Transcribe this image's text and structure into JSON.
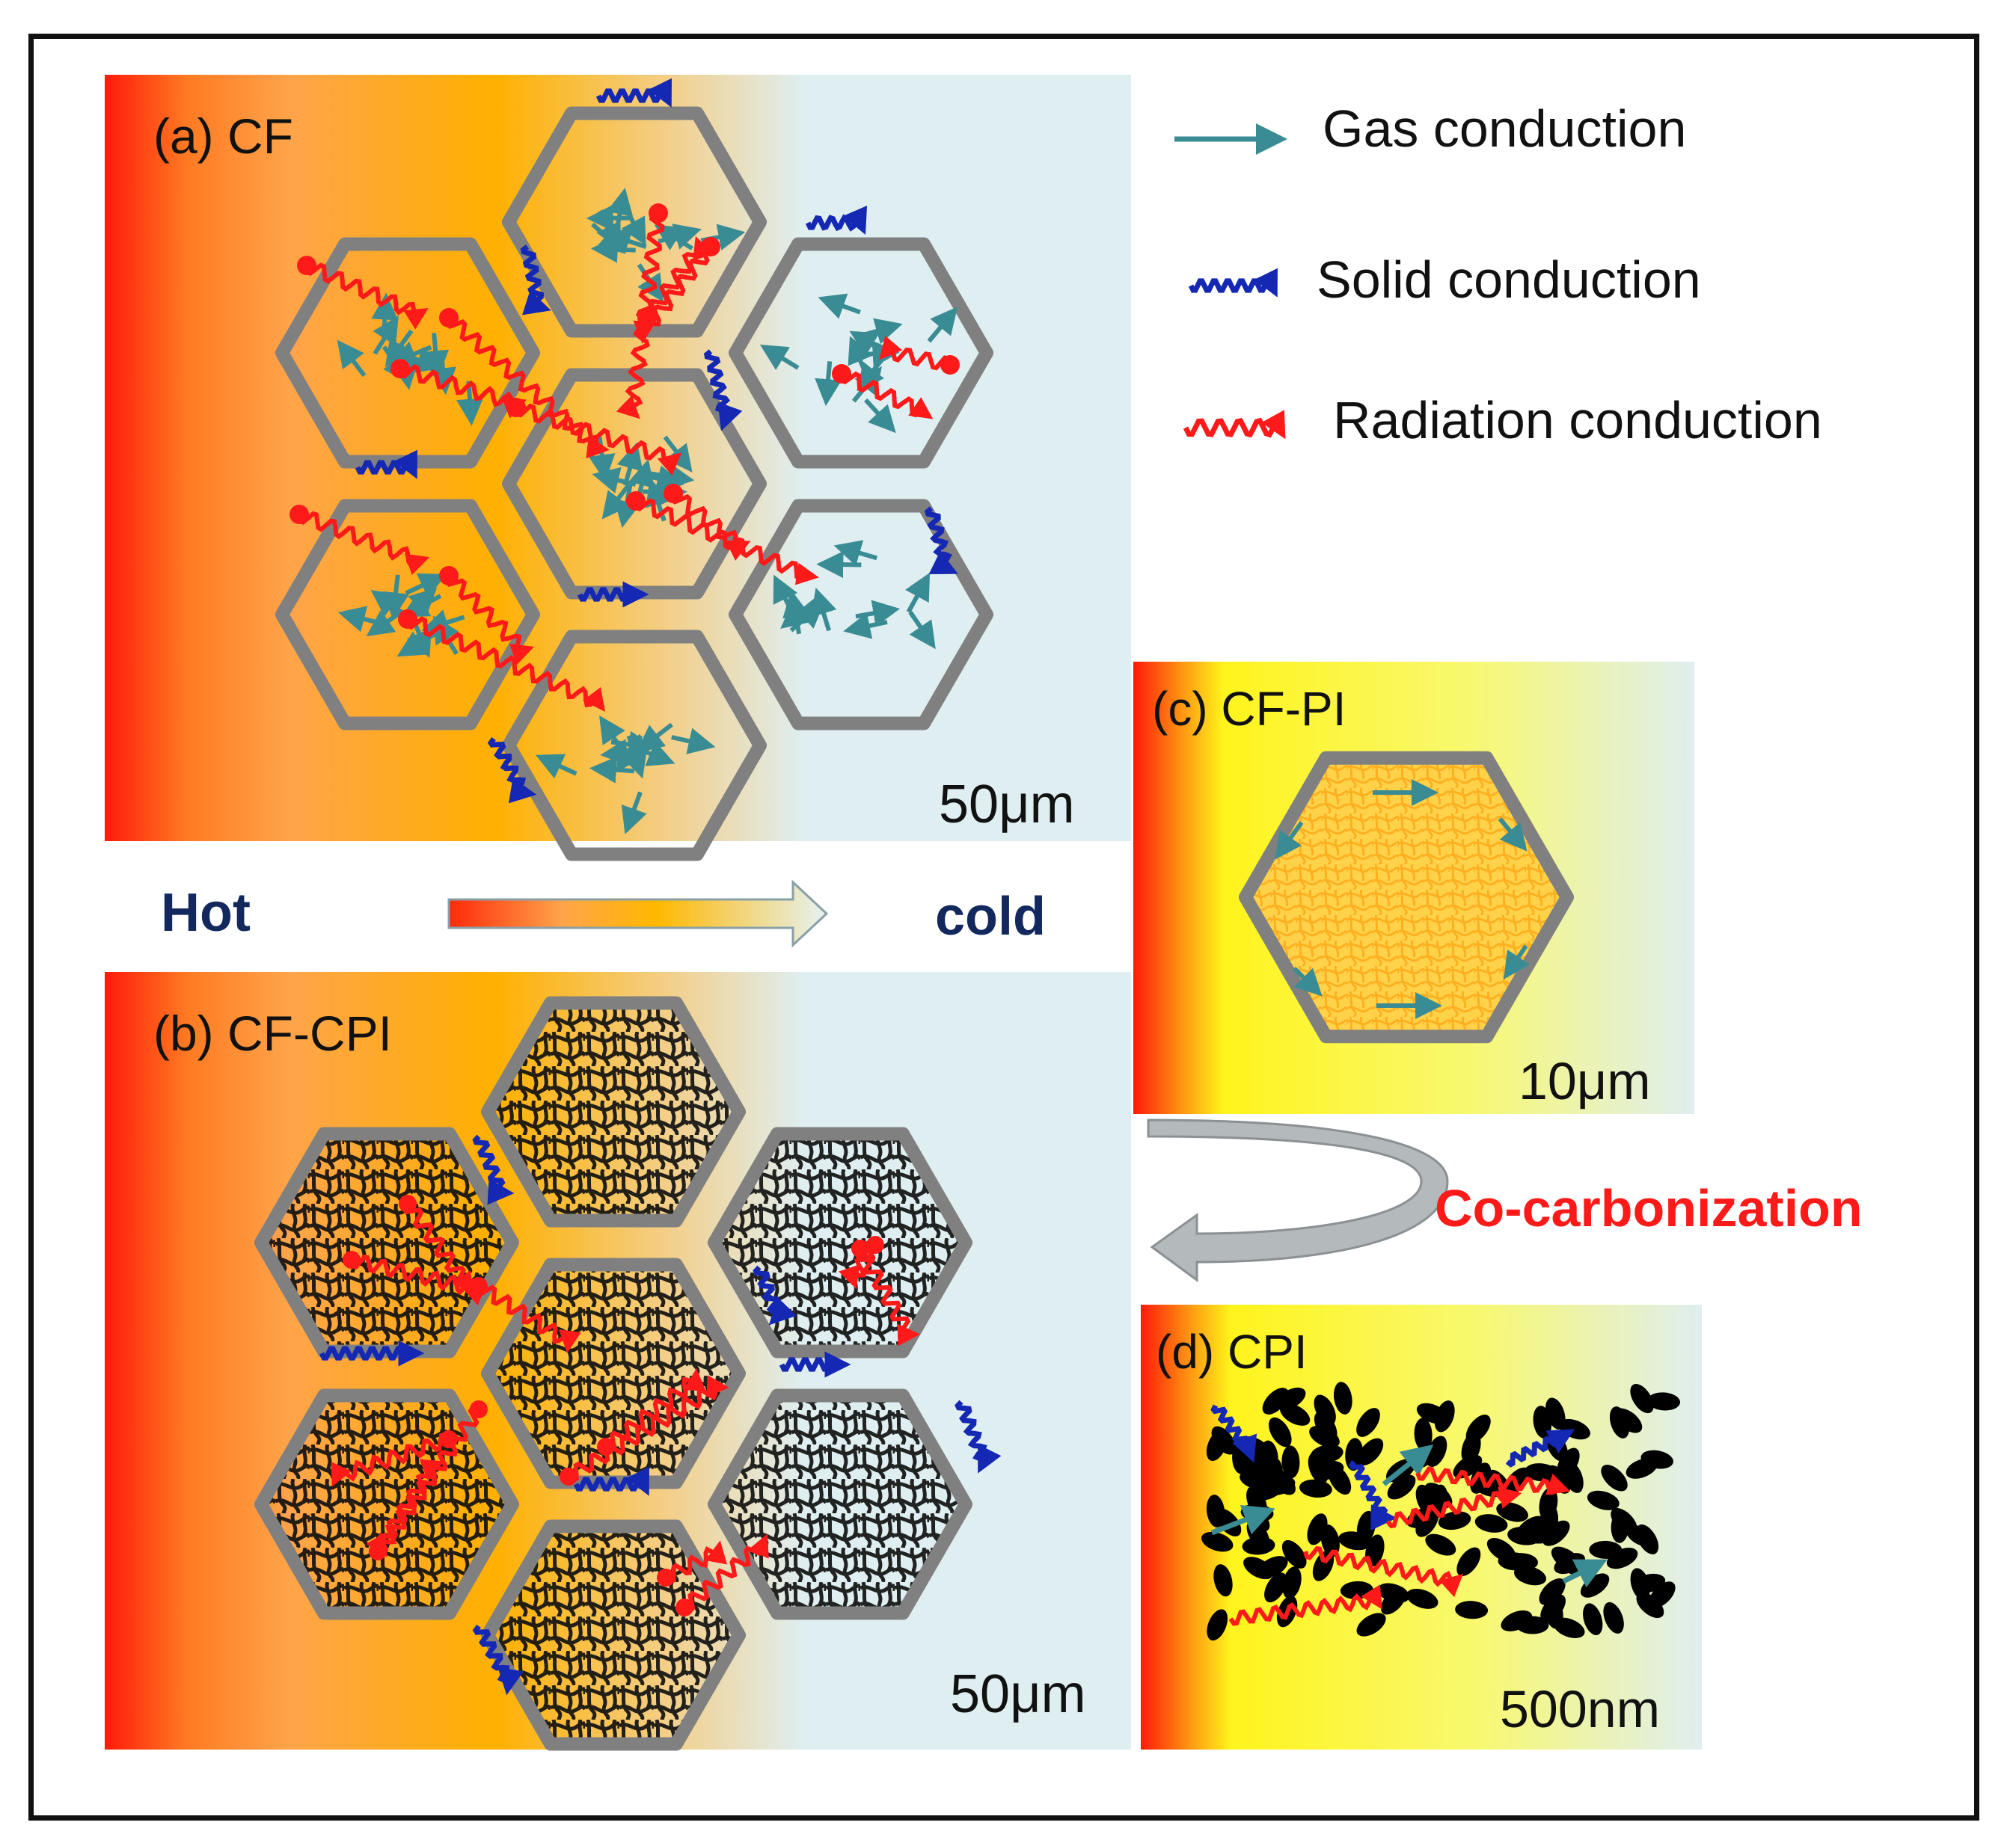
{
  "panels": {
    "a": {
      "label": "(a) CF",
      "scale": "50μm"
    },
    "b": {
      "label": "(b) CF-CPI",
      "scale": "50μm"
    },
    "c": {
      "label": "(c) CF-PI",
      "scale": "10μm"
    },
    "d": {
      "label": "(d) CPI",
      "scale": "500nm"
    }
  },
  "gradient": {
    "hot": "Hot",
    "cold": "cold"
  },
  "legend": {
    "gas": "Gas conduction",
    "solid": "Solid conduction",
    "radiation": "Radiation conduction"
  },
  "process": "Co-carbonization",
  "colors": {
    "hot": "#ff1a0a",
    "warm": "#ffb000",
    "cold": "#dfeef0",
    "wall": "#808080",
    "gas_arrow": "#3a8c94",
    "solid_arrow": "#1428b4",
    "radiation_arrow": "#ff1a1a",
    "text_dark_blue": "#13295e",
    "process_red": "#ff1a1a"
  }
}
